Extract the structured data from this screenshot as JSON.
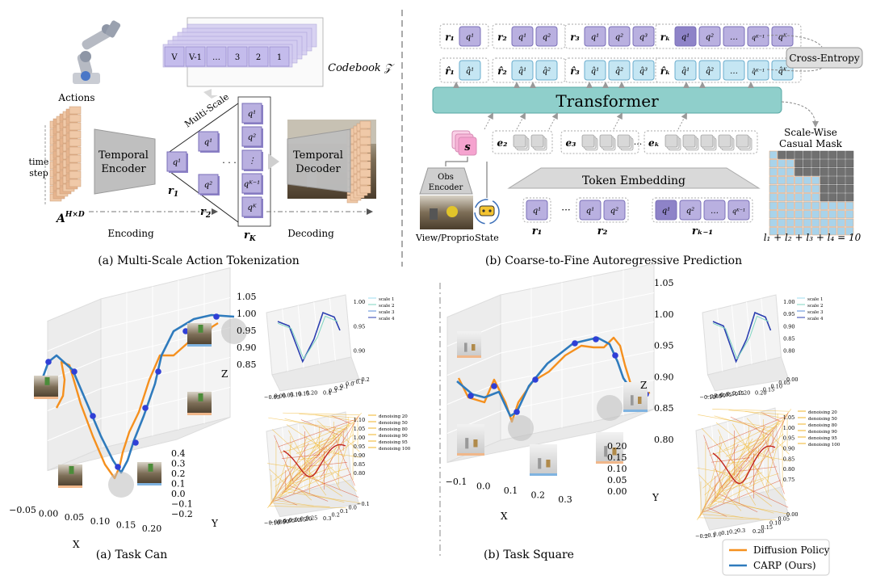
{
  "colors": {
    "token_purple": "#b9b0e0",
    "token_purple_dark": "#8e83c8",
    "token_blue": "#c5e6f3",
    "transformer_teal": "#7fc8c8",
    "state_pink": "#f7b6d8",
    "orange": "#f5901e",
    "blue": "#2f7bbd",
    "marker": "#2f3fd6",
    "density": "#f0b429",
    "density_dark": "#d9431e"
  },
  "panel_a": {
    "actions_label": "Actions",
    "time_step": "time step",
    "encoder": "Temporal Encoder",
    "action_matrix": "A^{H×D}",
    "encoding": "Encoding",
    "codebook": "Codebook 𝒵",
    "codebook_cells": [
      "V",
      "V-1",
      "…",
      "3",
      "2",
      "1"
    ],
    "multiscale": "Multi-Scale",
    "r1": "r₁",
    "r2": "r₂",
    "rK": "r_K",
    "q1": "q¹",
    "q2": "q²",
    "vdots": "⋮",
    "qK1": "q^{K−1}",
    "qK": "q^K",
    "hdots": "· · ·",
    "decoder": "Temporal Decoder",
    "decoding": "Decoding",
    "caption": "(a) Multi-Scale Action Tokenization"
  },
  "panel_b": {
    "top_groups": [
      {
        "r": "r₁",
        "tokens": [
          "q¹"
        ]
      },
      {
        "r": "r₂",
        "tokens": [
          "q¹",
          "q²"
        ]
      },
      {
        "r": "r₃",
        "tokens": [
          "q¹",
          "q²",
          "q³"
        ]
      },
      {
        "r": "r_K",
        "tokens": [
          "q¹",
          "q²",
          "…",
          "q^{K−1}",
          "q^K"
        ]
      }
    ],
    "pred_groups": [
      {
        "r": "r̂₁",
        "tokens": [
          "q̂¹"
        ]
      },
      {
        "r": "r̂₂",
        "tokens": [
          "q̂¹",
          "q̂²"
        ]
      },
      {
        "r": "r̂₃",
        "tokens": [
          "q̂¹",
          "q̂²",
          "q̂³"
        ]
      },
      {
        "r": "r̂_K",
        "tokens": [
          "q̂¹",
          "q̂²",
          "…",
          "q̂^{K−1}",
          "q̂^K"
        ]
      }
    ],
    "cross_entropy": "Cross-Entropy",
    "transformer": "Transformer",
    "state_token": "s",
    "embeds": [
      "e₂",
      "e₃",
      "e_K"
    ],
    "embed_dots": "···",
    "obs_encoder": "Obs Encoder",
    "view": "View/Proprio.",
    "state": "State",
    "token_embedding": "Token Embedding",
    "bottom_groups": [
      {
        "r": "r₁",
        "tokens": [
          "q¹"
        ]
      },
      {
        "r": "r₂",
        "tokens": [
          "q¹",
          "q²"
        ]
      },
      {
        "r": "r_{K−1}",
        "tokens": [
          "q¹",
          "q²",
          "…",
          "q^{K−1}"
        ]
      }
    ],
    "mask_title_1": "Scale-Wise",
    "mask_title_2": "Casual Mask",
    "mask_sizes": [
      1,
      2,
      3,
      4
    ],
    "mask_eq": "l₁ + l₂ + l₃ + l₄ = 10",
    "caption": "(b) Coarse-to-Fine Autoregressive Prediction"
  },
  "figure_bottom": {
    "can": {
      "caption": "(a) Task Can",
      "x_ticks": [
        "−0.05",
        "0.00",
        "0.05",
        "0.10",
        "0.15",
        "0.20"
      ],
      "y_ticks": [
        "0.4",
        "0.3",
        "0.2",
        "0.1",
        "0.0",
        "−0.1",
        "−0.2"
      ],
      "z_ticks": [
        "1.05",
        "1.00",
        "0.95",
        "0.90",
        "0.85"
      ],
      "x_label": "X",
      "y_label": "Y",
      "z_label": "Z",
      "scale_legend": [
        "scale 1",
        "scale 2",
        "scale 3",
        "scale 4"
      ],
      "density_legend": [
        "denoising 20",
        "denoising 50",
        "denoising 80",
        "denoising 90",
        "denoising 95",
        "denoising 100"
      ],
      "mini_top_x_ticks": [
        "−0.05",
        "0.00",
        "0.05",
        "0.10",
        "0.15",
        "0.20"
      ],
      "mini_top_y_ticks": [
        "0.4",
        "0.3",
        "0.2",
        "0.1",
        "0.0",
        "−0.1",
        "−0.2"
      ],
      "mini_top_z_ticks": [
        "1.00",
        "0.95",
        "0.90"
      ],
      "mini_bot_x_ticks": [
        "−0.10",
        "−0.05",
        "0.00",
        "0.05",
        "0.10",
        "0.15",
        "0.20",
        "0.25"
      ],
      "mini_bot_y_ticks": [
        "0.3",
        "0.2",
        "0.1",
        "0.0",
        "−0.1"
      ],
      "mini_bot_z_ticks": [
        "1.10",
        "1.05",
        "1.00",
        "0.95",
        "0.90",
        "0.85",
        "0.80"
      ]
    },
    "square": {
      "caption": "(b) Task Square",
      "x_ticks": [
        "−0.1",
        "0.0",
        "0.1",
        "0.2",
        "0.3"
      ],
      "y_ticks": [
        "0.20",
        "0.15",
        "0.10",
        "0.05",
        "0.00"
      ],
      "z_ticks": [
        "1.05",
        "1.00",
        "0.95",
        "0.90",
        "0.85",
        "0.80"
      ],
      "x_label": "X",
      "y_label": "Y",
      "z_label": "Z",
      "scale_legend": [
        "scale 1",
        "scale 2",
        "scale 3",
        "scale 4"
      ],
      "density_legend": [
        "denoising 20",
        "denoising 50",
        "denoising 80",
        "denoising 90",
        "denoising 95",
        "denoising 100"
      ],
      "mini_top_x_ticks": [
        "−0.10",
        "−0.05",
        "0.00",
        "0.05",
        "0.10",
        "0.15",
        "0.20"
      ],
      "mini_top_y_ticks": [
        "0.20",
        "0.15",
        "0.10",
        "0.05",
        "0.00"
      ],
      "mini_top_z_ticks": [
        "1.00",
        "0.95",
        "0.90",
        "0.85",
        "0.80"
      ],
      "mini_bot_x_ticks": [
        "−0.2",
        "−0.1",
        "0.0",
        "0.1",
        "0.2",
        "0.3"
      ],
      "mini_bot_y_ticks": [
        "0.20",
        "0.15",
        "0.10",
        "0.05",
        "0.00"
      ],
      "mini_bot_z_ticks": [
        "1.05",
        "1.00",
        "0.95",
        "0.90",
        "0.85",
        "0.80",
        "0.75"
      ]
    },
    "legend": [
      "Diffusion Policy",
      "CARP (Ours)"
    ]
  }
}
